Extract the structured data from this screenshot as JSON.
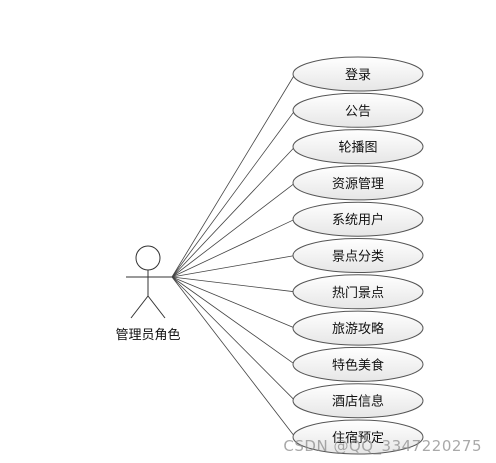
{
  "diagram": {
    "actor": {
      "label": "管理员角色"
    },
    "use_cases": [
      {
        "label": "登录"
      },
      {
        "label": "公告"
      },
      {
        "label": "轮播图"
      },
      {
        "label": "资源管理"
      },
      {
        "label": "系统用户"
      },
      {
        "label": "景点分类"
      },
      {
        "label": "热门景点"
      },
      {
        "label": "旅游攻略"
      },
      {
        "label": "特色美食"
      },
      {
        "label": "酒店信息"
      },
      {
        "label": "住宿预定"
      }
    ]
  },
  "watermark": {
    "text": "CSDN @QQ_3347220275"
  },
  "colors": {
    "ellipse_fill_top": "#ffffff",
    "ellipse_fill_bottom": "#e8e8e8",
    "stroke": "#555555"
  }
}
